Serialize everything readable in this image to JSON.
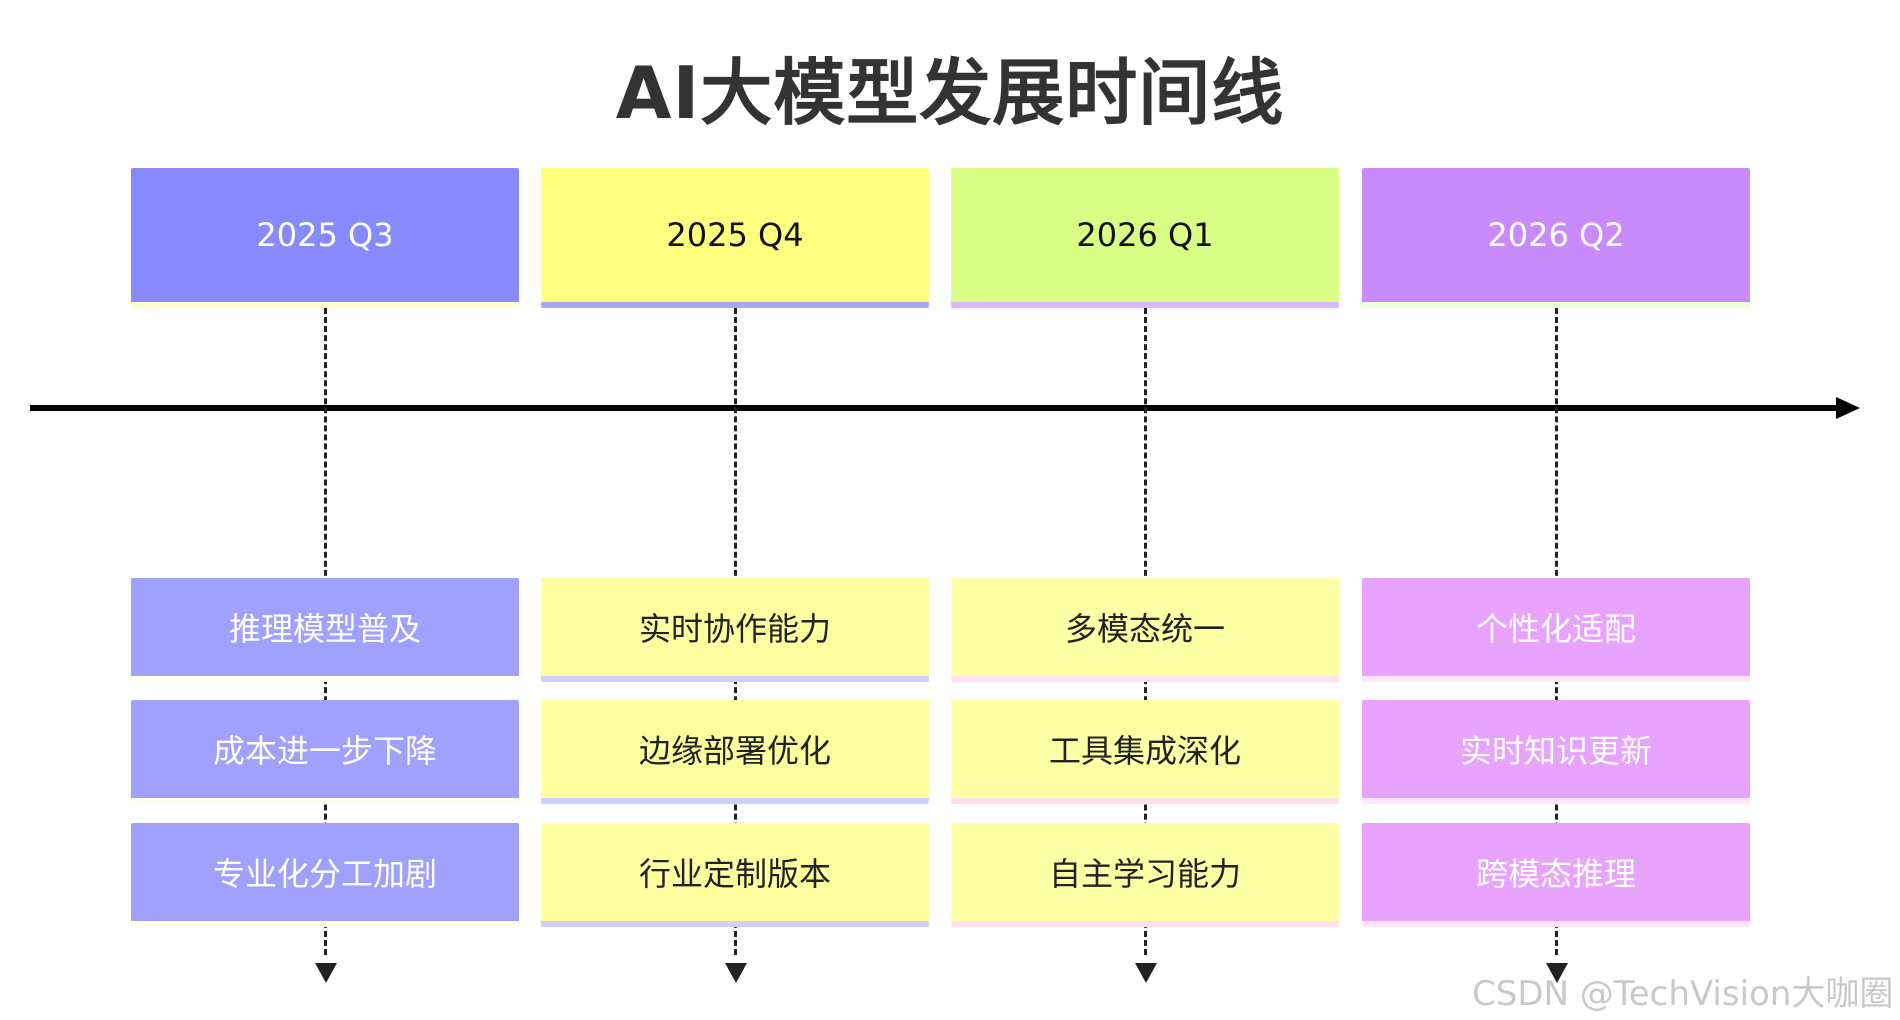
{
  "title": "AI大模型发展时间线",
  "columns": [
    {
      "period": "2025 Q3",
      "header_bg": "#8989ff",
      "header_text": "#ffffff",
      "header_border": "#ffffd0",
      "event_bg": "#a0a0ff",
      "event_text": "#ffffff",
      "event_border": "#fffff0",
      "events": [
        "推理模型普及",
        "成本进一步下降",
        "专业化分工加剧"
      ]
    },
    {
      "period": "2025 Q4",
      "header_bg": "#ffff80",
      "header_text": "#111111",
      "header_border": "#a8a8f8",
      "event_bg": "#ffffa0",
      "event_text": "#222222",
      "event_border": "#d0d0ff",
      "events": [
        "实时协作能力",
        "边缘部署优化",
        "行业定制版本"
      ]
    },
    {
      "period": "2026 Q1",
      "header_bg": "#d9ff86",
      "header_text": "#111111",
      "header_border": "#d8b8ff",
      "event_bg": "#ffffa6",
      "event_text": "#222222",
      "event_border": "#ffe0f0",
      "events": [
        "多模态统一",
        "工具集成深化",
        "自主学习能力"
      ]
    },
    {
      "period": "2026 Q2",
      "header_bg": "#c98afb",
      "header_text": "#ffffff",
      "header_border": "#e8ffd8",
      "event_bg": "#e8a3ff",
      "event_text": "#ffffff",
      "event_border": "#ffe8ff",
      "events": [
        "个性化适配",
        "实时知识更新",
        "跨模态推理"
      ]
    }
  ],
  "watermark": "CSDN @TechVision大咖圈"
}
